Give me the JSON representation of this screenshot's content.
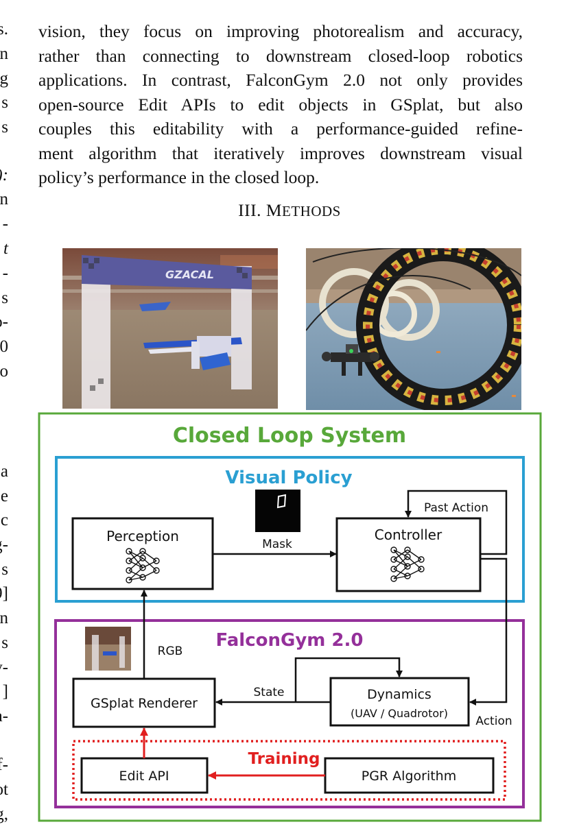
{
  "left_fragments": [
    {
      "text": "s.",
      "italic": false
    },
    {
      "text": "n",
      "italic": false
    },
    {
      "text": "g",
      "italic": false
    },
    {
      "text": "s",
      "italic": false
    },
    {
      "text": "s",
      "italic": false
    },
    {
      "text": "):",
      "italic": true
    },
    {
      "text": "n",
      "italic": false
    },
    {
      "text": "-",
      "italic": false
    },
    {
      "text": "t",
      "italic": true
    },
    {
      "text": "-",
      "italic": false
    },
    {
      "text": "s",
      "italic": false
    },
    {
      "text": "o-",
      "italic": false
    },
    {
      "text": "0",
      "italic": false
    },
    {
      "text": "o",
      "italic": false
    },
    {
      "text": "a",
      "italic": false
    },
    {
      "text": "e",
      "italic": false
    },
    {
      "text": "c",
      "italic": false
    },
    {
      "text": "g-",
      "italic": false
    },
    {
      "text": "s",
      "italic": false
    },
    {
      "text": "9]",
      "italic": false
    },
    {
      "text": "n",
      "italic": false
    },
    {
      "text": "s",
      "italic": false
    },
    {
      "text": "v-",
      "italic": false
    },
    {
      "text": "]",
      "italic": false
    },
    {
      "text": "a-",
      "italic": false
    },
    {
      "text": "f-",
      "italic": false
    },
    {
      "text": "ot",
      "italic": false
    },
    {
      "text": "g,",
      "italic": false
    }
  ],
  "paragraph": {
    "lines": [
      "vision, they focus on improving photorealism and accuracy,",
      "rather than connecting to downstream closed-loop robotics",
      "applications. In contrast, FalconGym 2.0 not only provides",
      "open-source Edit APIs to edit objects in GSplat, but also",
      "couples this editability with a performance-guided refine-",
      "ment algorithm that iteratively improves downstream visual",
      "policy’s performance in the closed loop."
    ]
  },
  "section_heading": {
    "number": "III.",
    "first_letter": "M",
    "rest": "ETHODS"
  },
  "figure": {
    "photo_left_banner": "GZACAL",
    "system_title": "Closed Loop System",
    "visual_policy_title": "Visual Policy",
    "falcongym_title": "FalconGym 2.0",
    "training_title": "Training",
    "perception_label": "Perception",
    "controller_label": "Controller",
    "mask_label": "Mask",
    "past_action_label": "Past Action",
    "rgb_label": "RGB",
    "state_label": "State",
    "action_label": "Action",
    "renderer_label": "GSplat Renderer",
    "dynamics_label": "Dynamics",
    "dynamics_sub": "(UAV / Quadrotor)",
    "edit_api_label": "Edit API",
    "pgr_label": "PGR Algorithm",
    "colors": {
      "system": "#58a83a",
      "visual_policy": "#2a9fd2",
      "falcongym": "#94309a",
      "training": "#e11f1f",
      "box": "#111111"
    }
  }
}
